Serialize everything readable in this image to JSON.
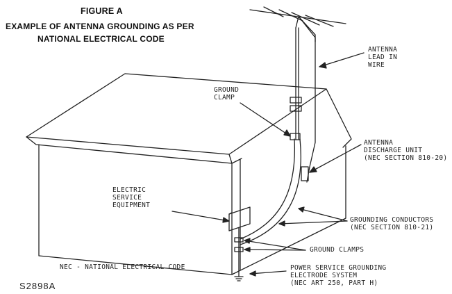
{
  "figure": {
    "label": "FIGURE A",
    "title_line1": "EXAMPLE OF ANTENNA GROUNDING AS PER",
    "title_line2": "NATIONAL ELECTRICAL CODE"
  },
  "labels": {
    "antenna_lead": "ANTENNA\nLEAD IN\nWIRE",
    "ground_clamp": "GROUND\nCLAMP",
    "discharge_unit": "ANTENNA\nDISCHARGE UNIT\n(NEC SECTION 810-20)",
    "electric_service": "ELECTRIC\nSERVICE\nEQUIPMENT",
    "grounding_conductors": "GROUNDING CONDUCTORS\n(NEC SECTION 810-21)",
    "ground_clamps": "GROUND CLAMPS",
    "nec_note": "NEC - NATIONAL ELECTRICAL CODE",
    "power_service": "POWER SERVICE GROUNDING\nELECTRODE SYSTEM\n(NEC ART 250, PART H)"
  },
  "figure_code": "S2898A"
}
